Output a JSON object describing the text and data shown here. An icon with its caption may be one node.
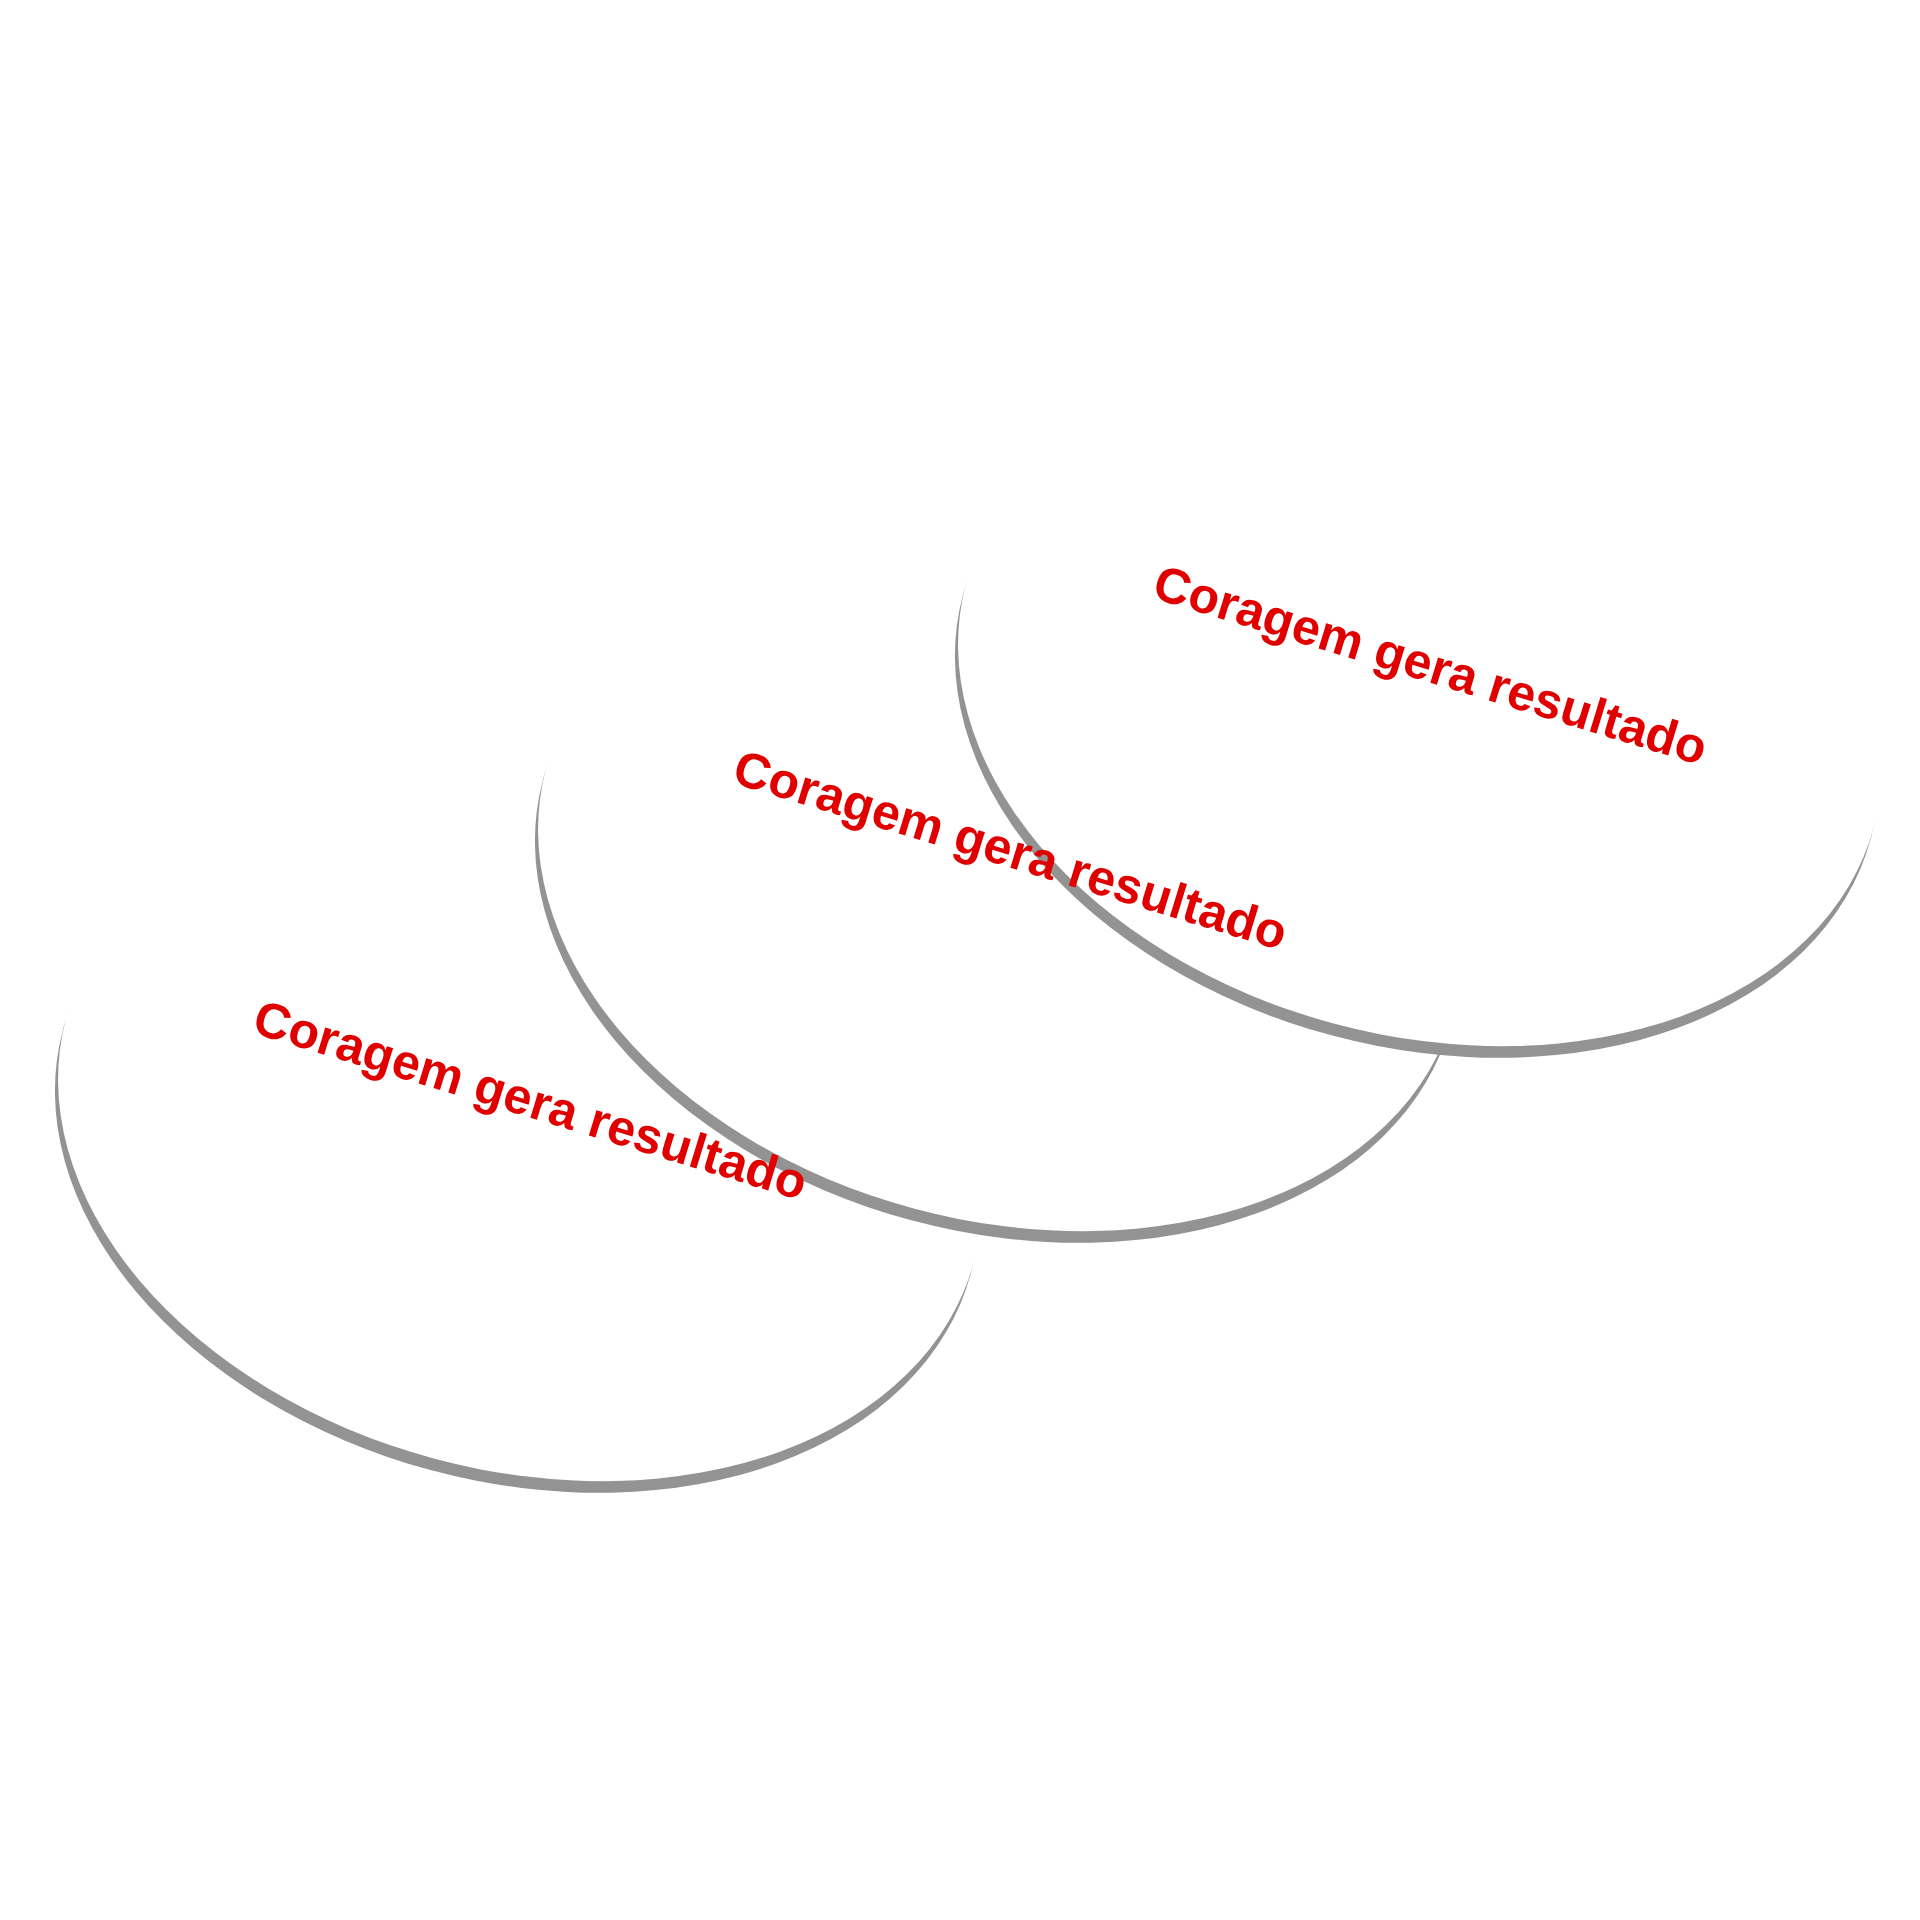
{
  "diagram": {
    "nodes": [
      {
        "text": [
          "Coragem gera resultado"
        ]
      },
      {
        "text": [
          "Coragem gera resultado"
        ]
      },
      {
        "text": [
          "Coragem gera resultado"
        ]
      }
    ]
  }
}
